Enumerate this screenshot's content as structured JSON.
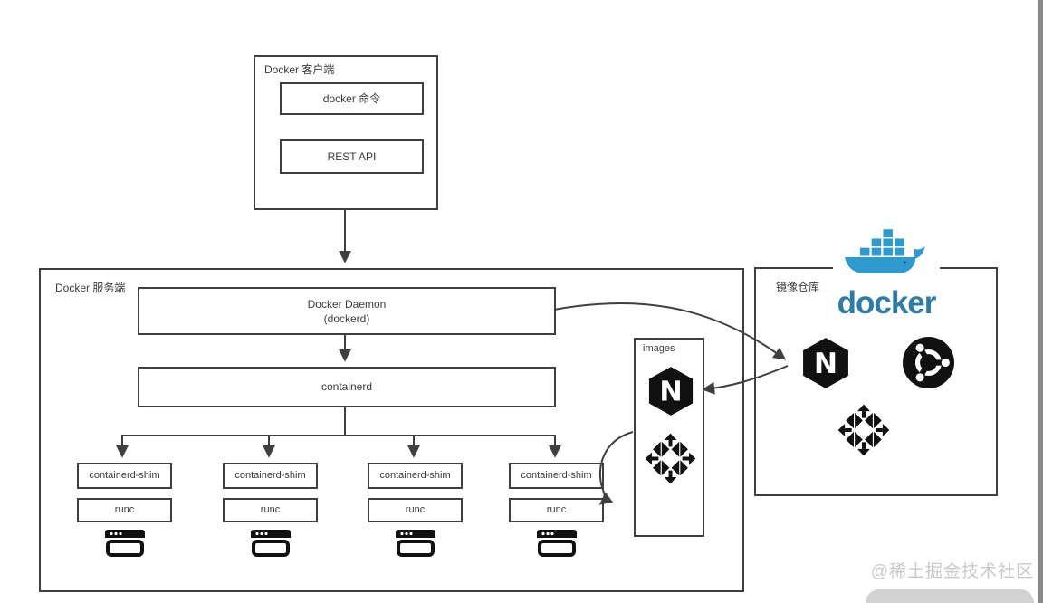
{
  "diagram": {
    "client": {
      "title": "Docker 客户端",
      "command_label": "docker 命令",
      "rest_api_label": "REST API"
    },
    "server": {
      "title": "Docker 服务端",
      "daemon_title": "Docker Daemon",
      "daemon_subtitle": "(dockerd)",
      "containerd_label": "containerd",
      "columns": [
        {
          "shim_label": "containerd-shim",
          "runc_label": "runc",
          "icon": "app-window-icon"
        },
        {
          "shim_label": "containerd-shim",
          "runc_label": "runc",
          "icon": "app-window-icon"
        },
        {
          "shim_label": "containerd-shim",
          "runc_label": "runc",
          "icon": "app-window-icon"
        },
        {
          "shim_label": "containerd-shim",
          "runc_label": "runc",
          "icon": "app-window-icon"
        }
      ]
    },
    "images_panel": {
      "title": "images",
      "icons": [
        "nginx-logo-icon",
        "centos-logo-icon"
      ]
    },
    "registry": {
      "title": "镜像仓库",
      "wordmark": "docker",
      "icons": [
        "docker-whale-icon",
        "nginx-logo-icon",
        "ubuntu-logo-icon",
        "centos-logo-icon"
      ]
    }
  },
  "watermark": {
    "text": "@稀土掘金技术社区"
  },
  "colors": {
    "line": "#3f3f3f",
    "text": "#3b3b3b",
    "whale_blue": "#2e9ace",
    "container_blue": "#2387bb",
    "wordmark_blue": "#2d7ca8",
    "watermark_gray": "#c9c9c9",
    "scrollbar_gray": "#8a8a8a",
    "pill_gray": "#d2d2d2"
  }
}
